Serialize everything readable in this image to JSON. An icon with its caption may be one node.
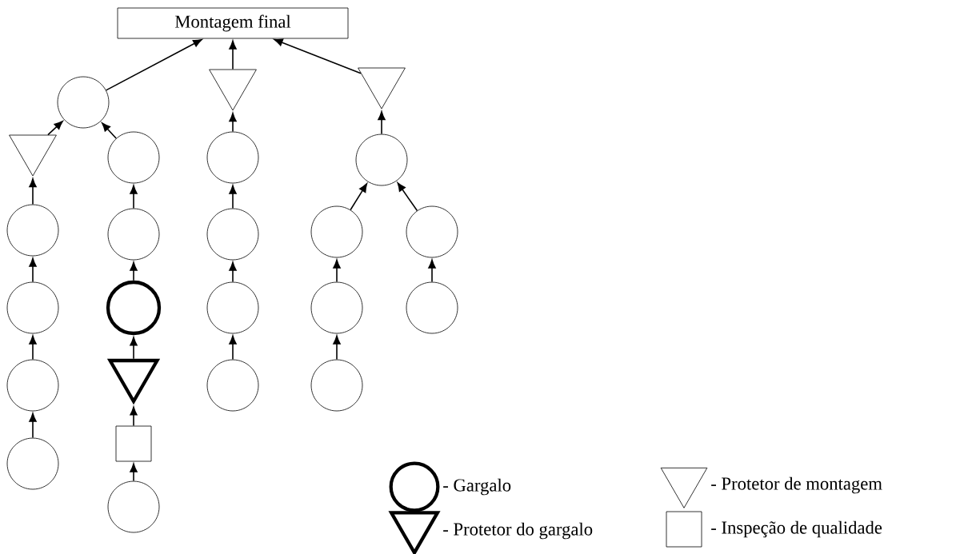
{
  "diagram": {
    "nodes": [
      {
        "text": [
          "Montagem final"
        ]
      },
      {
        "text": [],
        "shape": "circle"
      },
      {
        "text": [],
        "shape": "triangle"
      },
      {
        "text": [],
        "shape": "triangle"
      },
      {
        "text": [],
        "shape": "triangle"
      },
      {
        "text": [],
        "shape": "circle"
      },
      {
        "text": [],
        "shape": "circle"
      },
      {
        "text": [],
        "shape": "circle"
      },
      {
        "text": [],
        "shape": "circle"
      },
      {
        "text": [],
        "shape": "circle"
      },
      {
        "text": [],
        "shape": "circle"
      },
      {
        "text": [],
        "shape": "circle"
      },
      {
        "text": [],
        "shape": "circle"
      },
      {
        "text": [],
        "shape": "circle"
      },
      {
        "text": [],
        "shape": "thick-circle"
      },
      {
        "text": [],
        "shape": "circle"
      },
      {
        "text": [],
        "shape": "circle"
      },
      {
        "text": [],
        "shape": "circle"
      },
      {
        "text": [],
        "shape": "circle"
      },
      {
        "text": [],
        "shape": "thick-triangle"
      },
      {
        "text": [],
        "shape": "circle"
      },
      {
        "text": [],
        "shape": "circle"
      },
      {
        "text": [],
        "shape": "circle"
      },
      {
        "text": [],
        "shape": "box"
      },
      {
        "text": [],
        "shape": "circle"
      }
    ],
    "edges": [
      {
        "from": 1,
        "to": 0,
        "arrow": "to"
      },
      {
        "from": 2,
        "to": 0,
        "arrow": "to"
      },
      {
        "from": 3,
        "to": 0,
        "arrow": "to"
      },
      {
        "from": 4,
        "to": 1,
        "arrow": "to"
      },
      {
        "from": 5,
        "to": 1,
        "arrow": "to"
      },
      {
        "from": 6,
        "to": 2,
        "arrow": "to"
      },
      {
        "from": 7,
        "to": 3,
        "arrow": "to"
      },
      {
        "from": 8,
        "to": 4,
        "arrow": "to"
      },
      {
        "from": 9,
        "to": 5,
        "arrow": "to"
      },
      {
        "from": 10,
        "to": 6,
        "arrow": "to"
      },
      {
        "from": 11,
        "to": 7,
        "arrow": "to"
      },
      {
        "from": 12,
        "to": 7,
        "arrow": "to"
      },
      {
        "from": 13,
        "to": 8,
        "arrow": "to"
      },
      {
        "from": 14,
        "to": 9,
        "arrow": "to"
      },
      {
        "from": 15,
        "to": 10,
        "arrow": "to"
      },
      {
        "from": 16,
        "to": 11,
        "arrow": "to"
      },
      {
        "from": 17,
        "to": 12,
        "arrow": "to"
      },
      {
        "from": 18,
        "to": 13,
        "arrow": "to"
      },
      {
        "from": 19,
        "to": 14,
        "arrow": "to"
      },
      {
        "from": 20,
        "to": 15,
        "arrow": "to"
      },
      {
        "from": 21,
        "to": 16,
        "arrow": "to"
      },
      {
        "from": 22,
        "to": 18,
        "arrow": "to"
      },
      {
        "from": 23,
        "to": 19,
        "arrow": "to"
      },
      {
        "from": 24,
        "to": 23,
        "arrow": "to"
      }
    ],
    "legend": [
      {
        "text": "- Gargalo"
      },
      {
        "text": "- Protetor de montagem"
      },
      {
        "text": "- Protetor do gargalo"
      },
      {
        "text": "- Inspeção de qualidade"
      }
    ]
  }
}
